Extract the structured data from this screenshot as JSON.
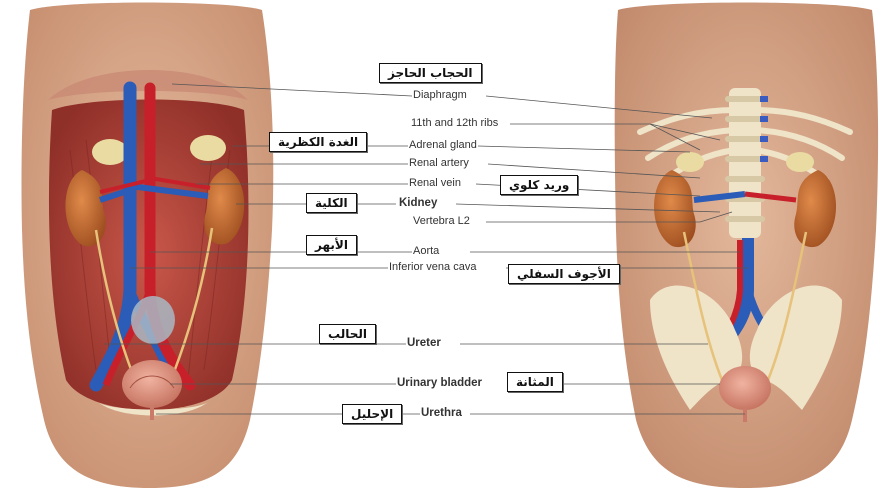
{
  "labels": {
    "diaphragm": {
      "en": "Diaphragm",
      "ar": "الحجاب الحاجز"
    },
    "ribs": {
      "en": "11th and 12th ribs"
    },
    "adrenal_gland": {
      "en": "Adrenal gland",
      "ar": "الغدة الكظرية"
    },
    "renal_artery": {
      "en": "Renal artery"
    },
    "renal_vein": {
      "en": "Renal vein",
      "ar": "وريد كلوي"
    },
    "kidney": {
      "en": "Kidney",
      "ar": "الكلية"
    },
    "vertebra_l2": {
      "en": "Vertebra L2"
    },
    "aorta": {
      "en": "Aorta",
      "ar": "الأبهر"
    },
    "inferior_vena_cava": {
      "en": "Inferior vena cava",
      "ar": "الأجوف السفلي"
    },
    "ureter": {
      "en": "Ureter",
      "ar": "الحالب"
    },
    "urinary_bladder": {
      "en": "Urinary bladder",
      "ar": "المثانة"
    },
    "urethra": {
      "en": "Urethra",
      "ar": "الإحليل"
    }
  },
  "colors": {
    "skin": "#d9a98a",
    "muscle": "#b8453a",
    "artery": "#c8202a",
    "vein": "#2a5cb8",
    "kidney": "#c06a2e",
    "bone": "#efe3c8",
    "adrenal": "#e8d79a",
    "bladder": "#d98a7a",
    "ureter": "#e6c27a"
  }
}
